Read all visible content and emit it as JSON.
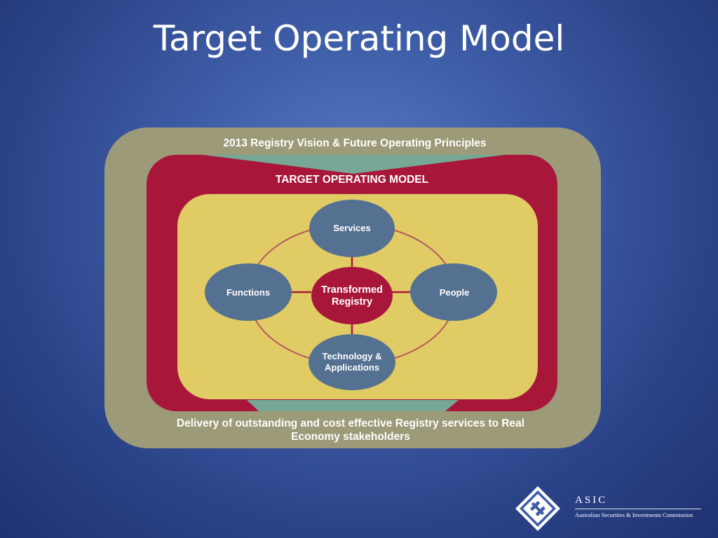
{
  "slide": {
    "title": "Target Operating Model"
  },
  "outer_frame": {
    "top_text": "2013 Registry Vision & Future Operating Principles",
    "bottom_line1": "Delivery of outstanding and cost effective Registry services to Real",
    "bottom_line2": "Economy stakeholders"
  },
  "middle_frame": {
    "title": "TARGET OPERATING MODEL"
  },
  "nodes": {
    "center_line1": "Transformed",
    "center_line2": "Registry",
    "top": "Services",
    "left": "Functions",
    "right": "People",
    "bottom_line1": "Technology &",
    "bottom_line2": "Applications"
  },
  "logo": {
    "name": "ASIC",
    "full_name": "Australian Securities & Investments Commission"
  },
  "colors": {
    "background": "#3f5ea8",
    "outer_frame": "#9c9a78",
    "middle_frame": "#a8173a",
    "inner_frame": "#e0cb64",
    "node_fill": "#557192",
    "center_fill": "#a8173a",
    "arrow": "#76a895",
    "ring": "#b65a5e"
  }
}
